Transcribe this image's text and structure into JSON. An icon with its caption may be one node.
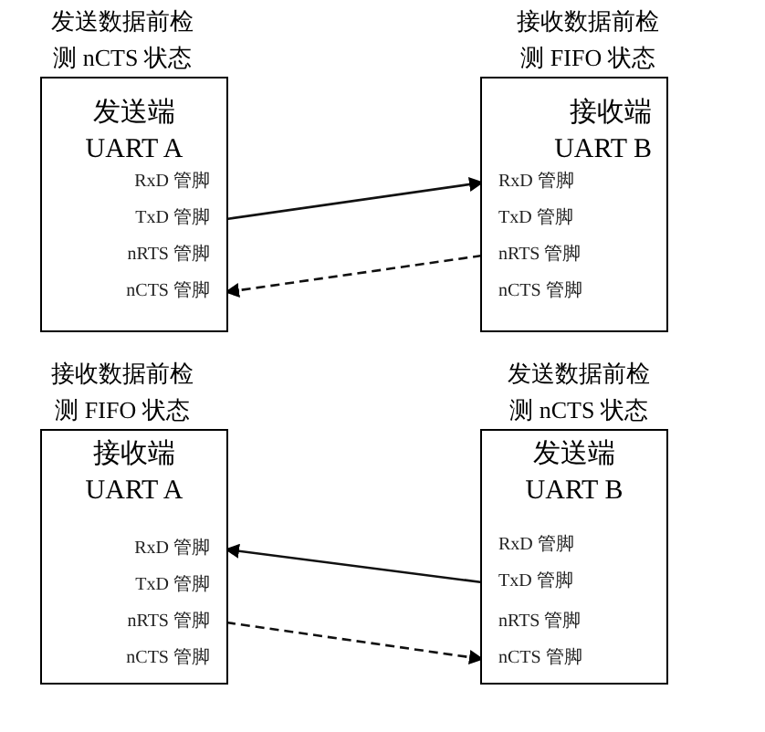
{
  "diagram": {
    "nodes": [
      {
        "text": [
          "发送数据前检测 nCTS 状态",
          "发送端",
          "UART A"
        ]
      },
      {
        "text": [
          "RxD 管脚"
        ],
        "in": 0
      },
      {
        "text": [
          "TxD 管脚"
        ],
        "in": 0
      },
      {
        "text": [
          "nRTS 管脚"
        ],
        "in": 0
      },
      {
        "text": [
          "nCTS 管脚"
        ],
        "in": 0
      },
      {
        "text": [
          "接收数据前检测 FIFO 状态",
          "接收端",
          "UART B"
        ]
      },
      {
        "text": [
          "RxD 管脚"
        ],
        "in": 5
      },
      {
        "text": [
          "TxD 管脚"
        ],
        "in": 5
      },
      {
        "text": [
          "nRTS 管脚"
        ],
        "in": 5
      },
      {
        "text": [
          "nCTS 管脚"
        ],
        "in": 5
      },
      {
        "text": [
          "接收数据前检测 FIFO 状态",
          "接收端",
          "UART A"
        ]
      },
      {
        "text": [
          "RxD 管脚"
        ],
        "in": 10
      },
      {
        "text": [
          "TxD 管脚"
        ],
        "in": 10
      },
      {
        "text": [
          "nRTS 管脚"
        ],
        "in": 10
      },
      {
        "text": [
          "nCTS 管脚"
        ],
        "in": 10
      },
      {
        "text": [
          "发送数据前检测 nCTS 状态",
          "发送端",
          "UART B"
        ]
      },
      {
        "text": [
          "RxD 管脚"
        ],
        "in": 15
      },
      {
        "text": [
          "TxD 管脚"
        ],
        "in": 15
      },
      {
        "text": [
          "nRTS 管脚"
        ],
        "in": 15
      },
      {
        "text": [
          "nCTS 管脚"
        ],
        "in": 15
      }
    ],
    "edges": [
      {
        "from": 2,
        "to": 6,
        "arrow": "to"
      },
      {
        "from": 8,
        "to": 4,
        "arrow": "to",
        "style": "dashed"
      },
      {
        "from": 17,
        "to": 11,
        "arrow": "to"
      },
      {
        "from": 13,
        "to": 19,
        "arrow": "to",
        "style": "dashed"
      }
    ]
  }
}
